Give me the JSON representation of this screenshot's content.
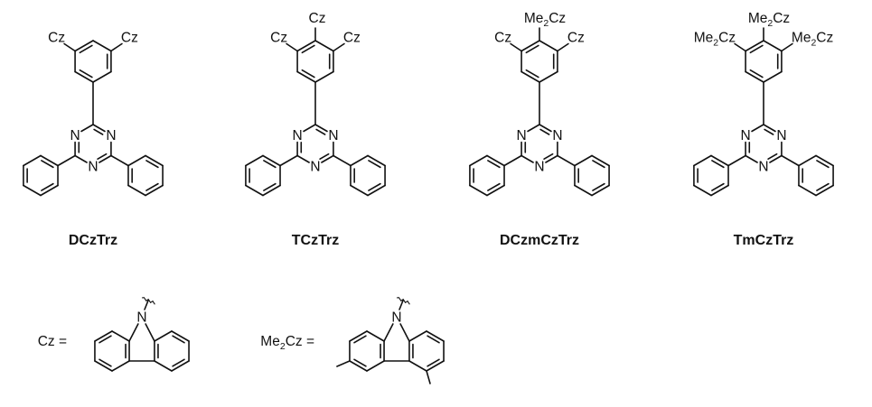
{
  "compounds": [
    {
      "name": "DCzTrz",
      "substituents": {
        "left": "Cz",
        "top": "",
        "right": "Cz"
      },
      "heteroatoms": [
        "N",
        "N",
        "N"
      ]
    },
    {
      "name": "TCzTrz",
      "substituents": {
        "left": "Cz",
        "top": "Cz",
        "right": "Cz"
      },
      "heteroatoms": [
        "N",
        "N",
        "N"
      ]
    },
    {
      "name": "DCzmCzTrz",
      "substituents": {
        "left": "Cz",
        "top": "Me2Cz",
        "right": "Cz"
      },
      "heteroatoms": [
        "N",
        "N",
        "N"
      ]
    },
    {
      "name": "TmCzTrz",
      "substituents": {
        "left": "Me2Cz",
        "top": "Me2Cz",
        "right": "Me2Cz"
      },
      "heteroatoms": [
        "N",
        "N",
        "N"
      ]
    }
  ],
  "legend": [
    {
      "label": "Cz =",
      "atom": "N"
    },
    {
      "label": "Me2Cz =",
      "atom": "N"
    }
  ]
}
